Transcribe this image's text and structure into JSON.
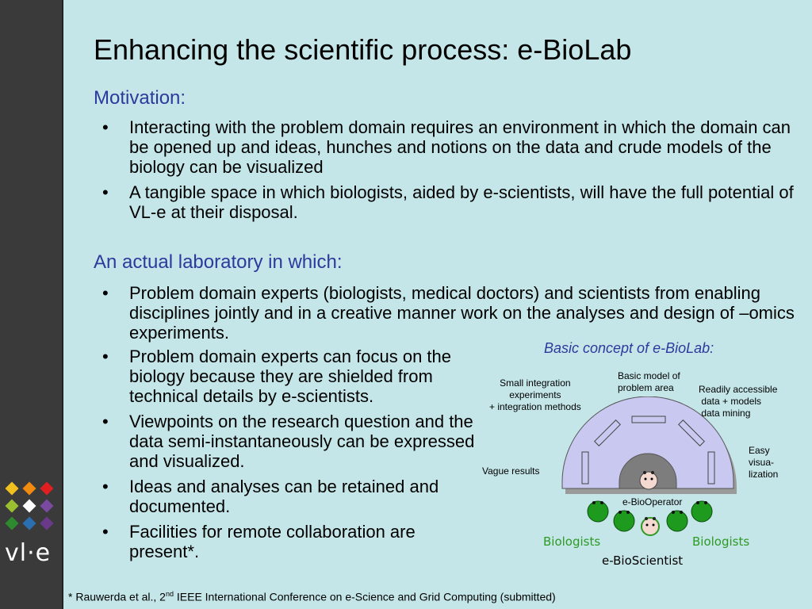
{
  "slide": {
    "title": "Enhancing the scientific process: e-BioLab",
    "section1": {
      "heading": "Motivation:",
      "bullets": [
        "Interacting with the problem domain requires an environment in which the domain can be opened up and ideas, hunches and notions on the data and crude models of the biology can be visualized",
        "A tangible space in which biologists, aided by e-scientists, will have the full potential of VL-e at their disposal."
      ]
    },
    "section2": {
      "heading": "An actual laboratory in which:",
      "bullets": [
        "Problem domain experts (biologists, medical doctors) and scientists from enabling disciplines jointly and in a creative manner work on the analyses and design of –omics experiments.",
        "Problem domain experts can focus on the biology because they are shielded from technical details by e-scientists.",
        "Viewpoints on the research question and the data semi-instantaneously can be expressed and visualized.",
        "Ideas and analyses can be retained and documented.",
        "Facilities for remote collaboration are present*."
      ]
    },
    "diagram": {
      "title": "Basic concept of e-BioLab:",
      "label_small_integration": "Small integration\nexperiments\n+ integration methods",
      "label_basic_model": "Basic model of\nproblem area",
      "label_readily": "Readily accessible\n data + models\n data mining",
      "label_easy": "Easy\nvisua-\nlization",
      "label_vague": "Vague results",
      "label_operator": "e-BioOperator",
      "label_biologists_left": "Biologists",
      "label_biologists_right": "Biologists",
      "label_scientist": "e-BioScientist"
    },
    "footnote": {
      "before": "* Rauwerda et al., 2",
      "sup": "nd",
      "after": " IEEE International Conference on e-Science and Grid Computing (submitted)"
    },
    "logo": {
      "text": "vl·e",
      "colors": [
        "#f0c020",
        "#f08a10",
        "#e02020",
        "#9ac030",
        "#ffffff",
        "#7a4aa0",
        "#2e8a2e",
        "#2a6fb0",
        "#6a3a8a"
      ]
    },
    "colors": {
      "background": "#c4e6e8",
      "heading": "#2b3a9c",
      "biologists": "#2e9a24",
      "dome": "#c8c8f0"
    }
  }
}
